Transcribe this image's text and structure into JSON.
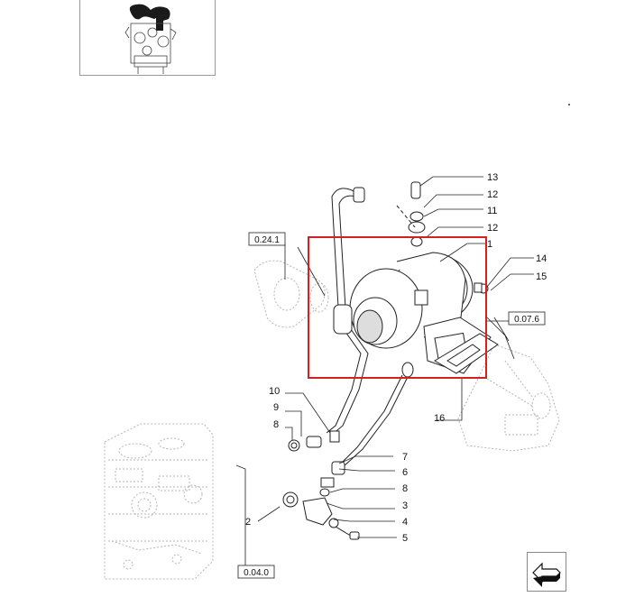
{
  "callouts": {
    "c13": "13",
    "c12a": "12",
    "c11": "11",
    "c12b": "12",
    "c1": "1",
    "c14": "14",
    "c15": "15",
    "c16": "16",
    "c10": "10",
    "c9": "9",
    "c8a": "8",
    "c7": "7",
    "c6": "6",
    "c8b": "8",
    "c3": "3",
    "c4": "4",
    "c5": "5",
    "c2": "2"
  },
  "refs": {
    "r0241": "0.24.1",
    "r076": "0.07.6",
    "r040": "0.04.0"
  },
  "colors": {
    "highlight": "#d32020",
    "line": "#222222",
    "ghost": "#b0b0b0"
  },
  "icons": {
    "thumbnail": "engine-thumbnail-icon",
    "nav": "arrow-left-icon"
  }
}
